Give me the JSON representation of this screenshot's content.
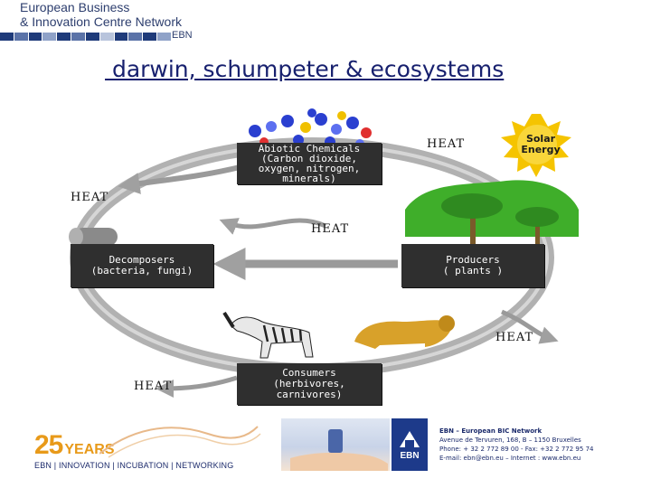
{
  "header": {
    "logo_line1": "European Business",
    "logo_line2": "& Innovation Centre Network",
    "logo_tag": "EBN",
    "stripe_colors": [
      "#1f3b7a",
      "#5b73a8",
      "#1f3b7a",
      "#8fa2c8",
      "#1f3b7a",
      "#5b73a8",
      "#1f3b7a",
      "#b8c4dc",
      "#1f3b7a",
      "#5b73a8",
      "#1f3b7a",
      "#8fa2c8"
    ]
  },
  "slide": {
    "title": " darwin, schumpeter & ecosystems"
  },
  "diagram": {
    "abiotic": "Abiotic Chemicals\n(Carbon dioxide,\noxygen, nitrogen,\nminerals)",
    "solar": "Solar\nEnergy",
    "producers": "Producers\n( plants )",
    "decomposers": "Decomposers\n(bacteria, fungi)",
    "consumers": "Consumers\n(herbivores,\ncarnivores)",
    "heat_label": "HEAT",
    "colors": {
      "box": "#2f2f2f",
      "arrow": "#a9a9a9",
      "sun": "#f5c400",
      "grass": "#3fae2a",
      "molecule": "#2a3fd0",
      "lion": "#d8a12a"
    },
    "icons": [
      "molecules-icon",
      "sun-icon",
      "tree-icon",
      "log-icon",
      "zebra-icon",
      "lion-icon"
    ]
  },
  "footer": {
    "anniversary_number": "25",
    "anniversary_word": "YEARS",
    "tagline": "EBN | INNOVATION | INCUBATION | NETWORKING",
    "ebn_label": "EBN",
    "contact_org": "EBN – European BIC Network",
    "contact_address": "Avenue de Tervuren, 168, B – 1150 Bruxelles",
    "contact_phone": "Phone: + 32 2 772 89 00 - Fax: +32 2 772 95 74",
    "contact_email": "E-mail: ebn@ebn.eu – Internet : www.ebn.eu"
  }
}
